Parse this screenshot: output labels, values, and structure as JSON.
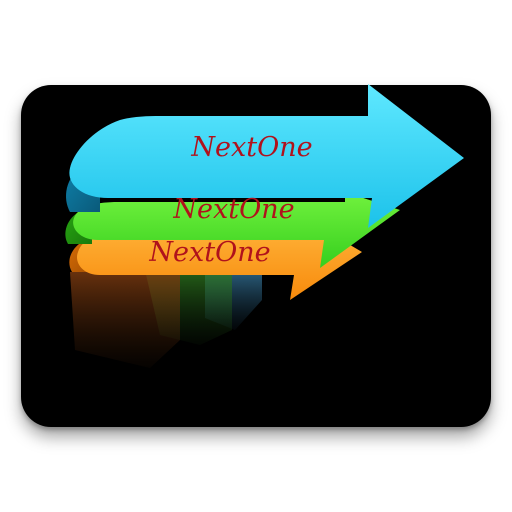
{
  "icon": {
    "name": "nextone-arrows-icon",
    "colors": {
      "card": "#000000",
      "cyan_arrow": "#36d6f5",
      "green_arrow": "#4ee52c",
      "orange_arrow": "#ff9a1a",
      "label_text": "#b0121c"
    },
    "ribbons": [
      {
        "label": "NextOne"
      },
      {
        "label": "NextOne"
      },
      {
        "label": "NextOne"
      }
    ]
  }
}
